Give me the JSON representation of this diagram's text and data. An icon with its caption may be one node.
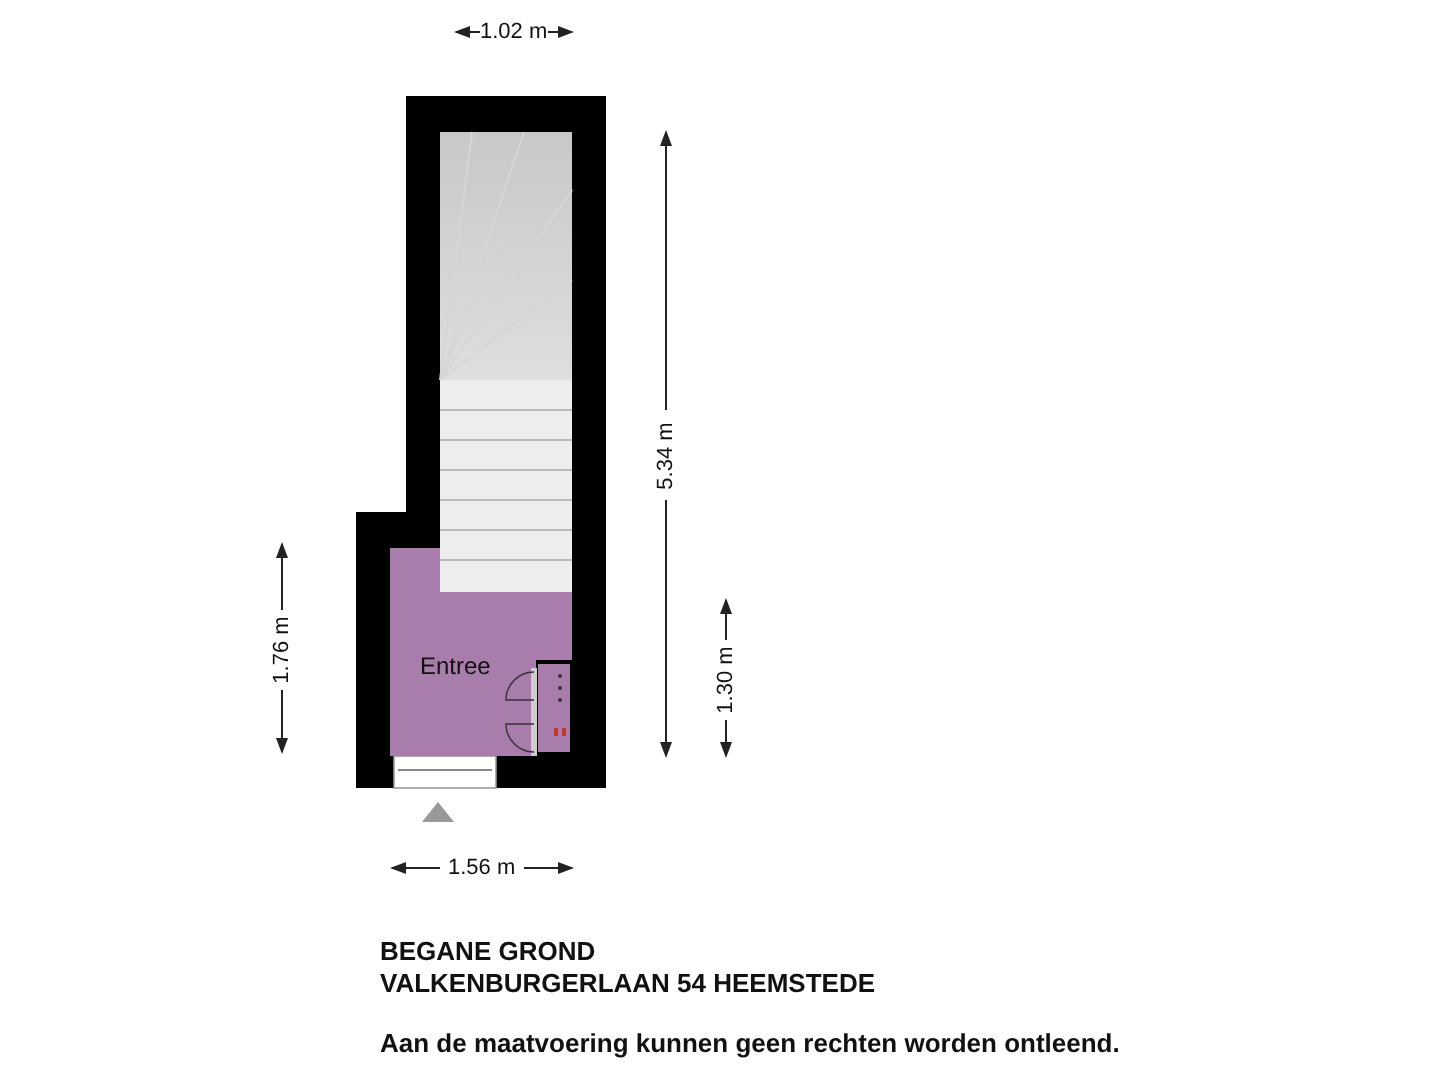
{
  "diagram": {
    "nodes": [
      {
        "text": [
          "Entree"
        ]
      }
    ],
    "edges": [],
    "labels": [
      "1.02 m",
      "5.34 m",
      "1.76 m",
      "1.30 m",
      "1.56 m",
      "BEGANE GROND",
      "VALKENBURGERLAAN 54 HEEMSTEDE",
      "Aan de maatvoering kunnen geen rechten worden ontleend."
    ]
  }
}
